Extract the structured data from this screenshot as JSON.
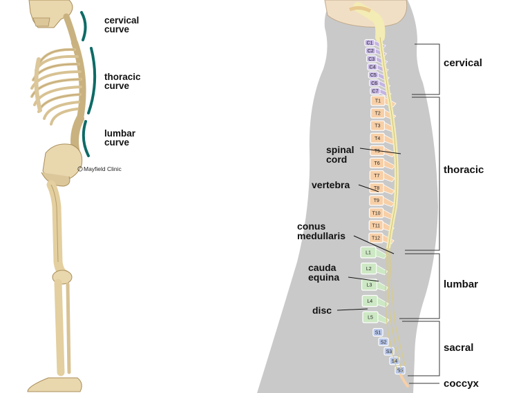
{
  "left_panel": {
    "curves": [
      {
        "line1": "cervical",
        "line2": "curve"
      },
      {
        "line1": "thoracic",
        "line2": "curve"
      },
      {
        "line1": "lumbar",
        "line2": "curve"
      }
    ],
    "credit": "Mayfield Clinic"
  },
  "right_panel": {
    "regions": [
      "cervical",
      "thoracic",
      "lumbar",
      "sacral",
      "coccyx"
    ],
    "callouts": {
      "spinal_cord": [
        "spinal",
        "cord"
      ],
      "vertebra": [
        "vertebra"
      ],
      "conus_medullaris": [
        "conus",
        "medullaris"
      ],
      "cauda_equina": [
        "cauda",
        "equina"
      ],
      "disc": [
        "disc"
      ]
    },
    "vertebrae": {
      "cervical": [
        "C1",
        "C2",
        "C3",
        "C4",
        "C5",
        "C6",
        "C7"
      ],
      "thoracic": [
        "T1",
        "T2",
        "T3",
        "T4",
        "T5",
        "T6",
        "T7",
        "T8",
        "T9",
        "T10",
        "T11",
        "T12"
      ],
      "lumbar": [
        "L1",
        "L2",
        "L3",
        "L4",
        "L5"
      ],
      "sacral": [
        "S1",
        "S2",
        "S3",
        "S4",
        "S5"
      ]
    }
  },
  "colors": {
    "curve_teal": "#0e6b66",
    "bone": "#e9d7ae",
    "bone_shadow": "#b89d6a",
    "body_silhouette": "#c9c9c9",
    "cervical": "#c4b4e3",
    "thoracic": "#f7cfa7",
    "lumbar": "#cde8c4",
    "sacral": "#b7c6ea",
    "cord": "#f3ecb4"
  }
}
